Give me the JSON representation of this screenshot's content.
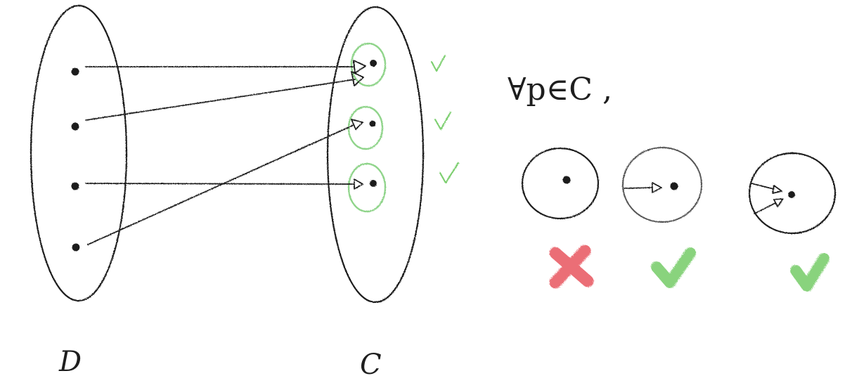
{
  "labels": {
    "domain_set": "D",
    "codomain_set": "C",
    "condition": "∀p∈C ,"
  },
  "mapping": {
    "domain_points": 4,
    "codomain_points": 3,
    "arrows": [
      {
        "from": 1,
        "to": 1
      },
      {
        "from": 2,
        "to": 1
      },
      {
        "from": 3,
        "to": 3
      },
      {
        "from": 4,
        "to": 2
      }
    ],
    "every_codomain_point_checked": true
  },
  "cases": [
    {
      "incoming_arrows": 0,
      "result": "cross"
    },
    {
      "incoming_arrows": 1,
      "result": "check"
    },
    {
      "incoming_arrows": 2,
      "result": "check"
    }
  ],
  "colors": {
    "ink": "#1e1e1e",
    "check_green": "#7dcf6f",
    "highlight_green": "#8fd48a",
    "cross_red": "#e8545e"
  }
}
